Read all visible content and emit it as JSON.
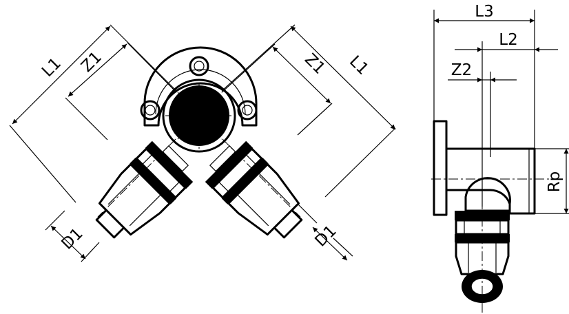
{
  "drawing": {
    "left_view": {
      "left_l1": "L1",
      "left_z1": "Z1",
      "right_z1": "Z1",
      "right_l1": "L1",
      "left_d1": "D1",
      "right_d1": "D1"
    },
    "side_view": {
      "l3": "L3",
      "l2": "L2",
      "z2": "Z2",
      "rp": "Rp"
    }
  }
}
